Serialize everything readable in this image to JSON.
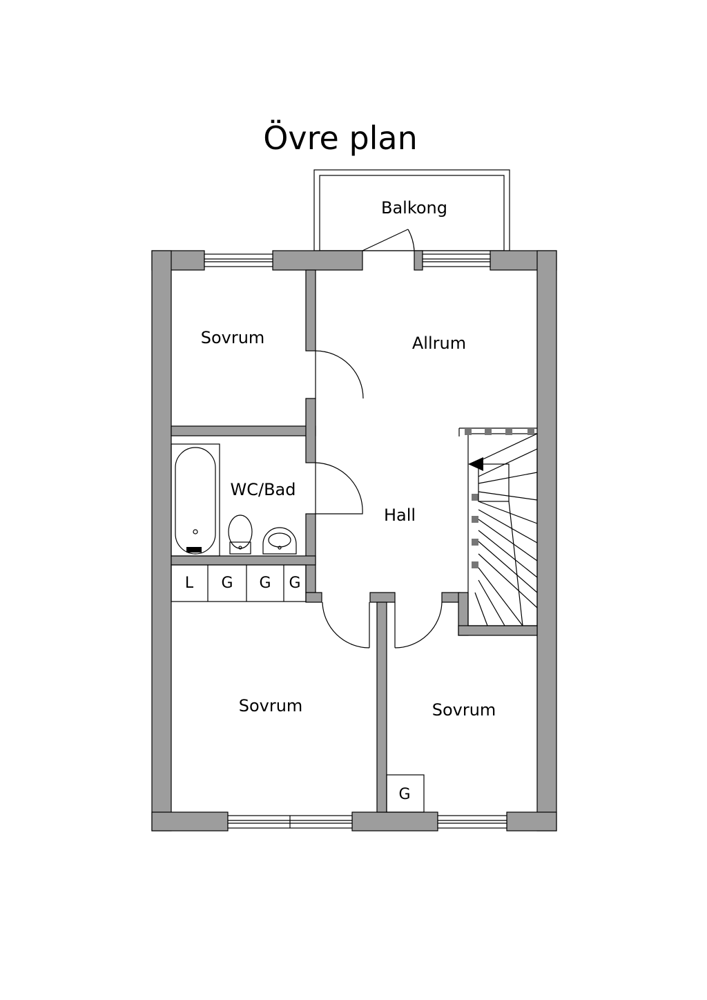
{
  "title": "Övre plan",
  "rooms": {
    "balkong": "Balkong",
    "sovrum_top": "Sovrum",
    "allrum": "Allrum",
    "wc_bad": "WC/Bad",
    "hall": "Hall",
    "sovrum_bottom_left": "Sovrum",
    "sovrum_bottom_right": "Sovrum"
  },
  "storage": {
    "l1": "L",
    "g1": "G",
    "g2": "G",
    "g3": "G",
    "g4": "G"
  },
  "colors": {
    "wall": "#9d9d9d",
    "line": "#000000",
    "background": "#ffffff"
  }
}
